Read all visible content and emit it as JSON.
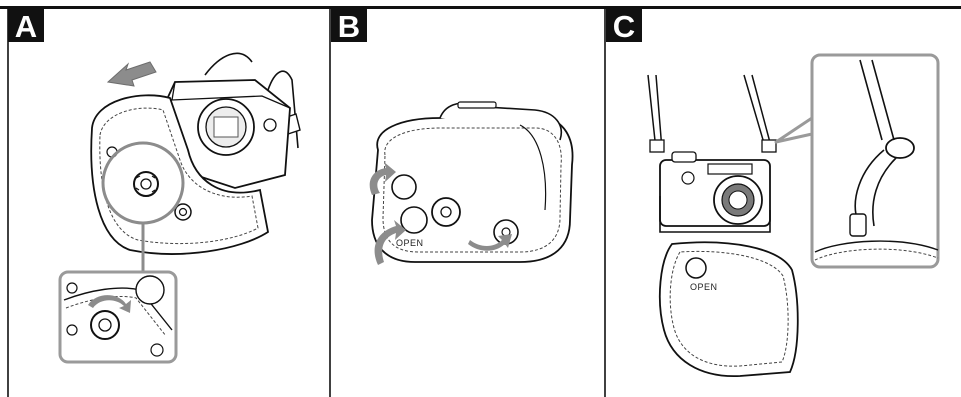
{
  "panels": [
    {
      "label": "A",
      "caption": ""
    },
    {
      "label": "B",
      "caption": "OPEN"
    },
    {
      "label": "C",
      "caption": "OPEN"
    }
  ],
  "colors": {
    "line": "#111111",
    "badge_bg": "#111111",
    "badge_text": "#ffffff",
    "arrow_gray": "#8c8c8c",
    "callout_border": "#9a9a9a",
    "lens_gray": "#7a7a7a"
  }
}
